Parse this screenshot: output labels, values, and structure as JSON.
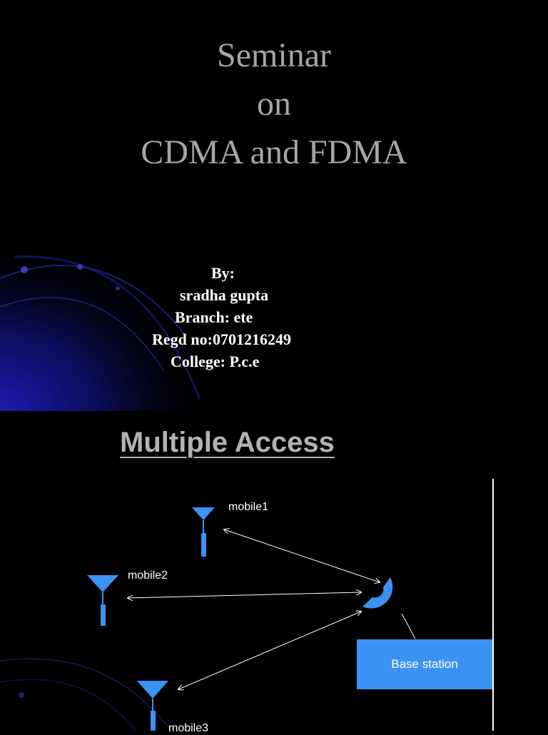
{
  "slide1": {
    "title_lines": [
      "Seminar",
      "on",
      "CDMA and FDMA"
    ],
    "byline": {
      "by": "By:",
      "name": "sradha gupta",
      "branch": "Branch: ete",
      "regd": "Regd no:0701216249",
      "college": "College: P.c.e"
    }
  },
  "slide2": {
    "title": "Multiple Access",
    "mobiles": [
      "mobile1",
      "mobile2",
      "mobile3"
    ],
    "base_station": "Base station"
  },
  "colors": {
    "background": "#000000",
    "title_gray": "#a6a6a6",
    "accent_blue": "#3c92f2",
    "swirl_blue": "#1a1a8c"
  }
}
